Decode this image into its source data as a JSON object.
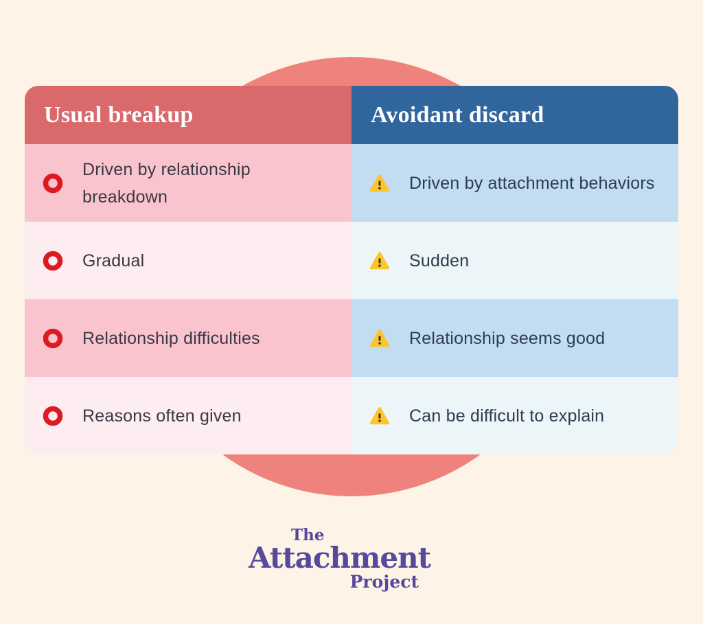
{
  "table": {
    "columns": [
      {
        "header": "Usual breakup",
        "icon": "red-circle-icon",
        "rows": [
          "Driven by relationship breakdown",
          "Gradual",
          "Relationship difficulties",
          "Reasons often given"
        ]
      },
      {
        "header": "Avoidant discard",
        "icon": "warning-triangle-icon",
        "rows": [
          "Driven by attachment behaviors",
          "Sudden",
          "Relationship seems good",
          "Can be difficult to explain"
        ]
      }
    ]
  },
  "logo": {
    "line1": "The",
    "line2": "Attachment",
    "line3": "Project"
  },
  "colors": {
    "background": "#fdf3e6",
    "circle": "#f0827e",
    "header_left": "#d9696b",
    "header_right": "#31669c",
    "row_pink_dark": "#f9c4ce",
    "row_pink_light": "#fdedf0",
    "row_blue_dark": "#c2dcf2",
    "row_blue_light": "#ecf5f8",
    "ring_icon": "#dd1a21",
    "warning_icon": "#fdc words",
    "warning_yellow": "#fdc52a",
    "logo_purple": "#56489a"
  }
}
